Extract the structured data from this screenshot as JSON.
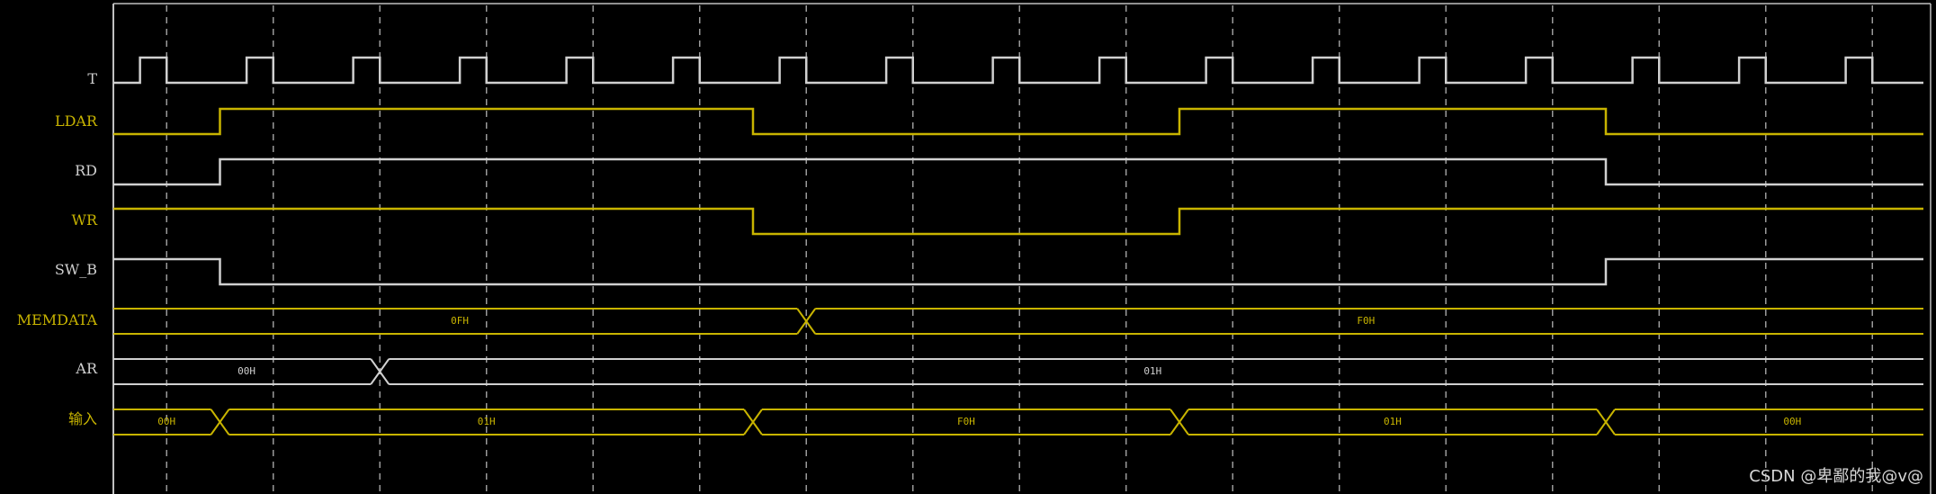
{
  "colors": {
    "background": "#000000",
    "white": "#d0d0d0",
    "yellow": "#c8b400",
    "grid": "#9a9a9a",
    "border": "#c0c0c0"
  },
  "timing": {
    "num_periods": 17.5,
    "signals": [
      {
        "name": "T",
        "color": "white",
        "type": "clock"
      },
      {
        "name": "LDAR",
        "color": "yellow",
        "type": "bit",
        "initial": 0,
        "edges": [
          1,
          6,
          10,
          14
        ]
      },
      {
        "name": "RD",
        "color": "white",
        "type": "bit",
        "initial": 0,
        "edges": [
          1,
          14
        ]
      },
      {
        "name": "WR",
        "color": "yellow",
        "type": "bit",
        "initial": 1,
        "edges": [
          6,
          10
        ]
      },
      {
        "name": "SW_B",
        "color": "white",
        "type": "bit",
        "initial": 1,
        "edges": [
          1,
          14
        ]
      },
      {
        "name": "MEMDATA",
        "color": "yellow",
        "type": "bus",
        "transitions": [
          6.5
        ],
        "values": [
          {
            "label": "0FH",
            "at": 3.25
          },
          {
            "label": "F0H",
            "at": 11.75
          }
        ]
      },
      {
        "name": "AR",
        "color": "white",
        "type": "bus",
        "transitions": [
          2.5
        ],
        "values": [
          {
            "label": "00H",
            "at": 1.25
          },
          {
            "label": "01H",
            "at": 9.75
          }
        ]
      },
      {
        "name": "输入",
        "color": "yellow",
        "type": "bus",
        "transitions": [
          1,
          6,
          10,
          14
        ],
        "values": [
          {
            "label": "00H",
            "at": 0.5
          },
          {
            "label": "01H",
            "at": 3.5
          },
          {
            "label": "F0H",
            "at": 8
          },
          {
            "label": "01H",
            "at": 12
          },
          {
            "label": "00H",
            "at": 15.75
          }
        ]
      }
    ]
  },
  "watermark": "CSDN @卑鄙的我@v@"
}
